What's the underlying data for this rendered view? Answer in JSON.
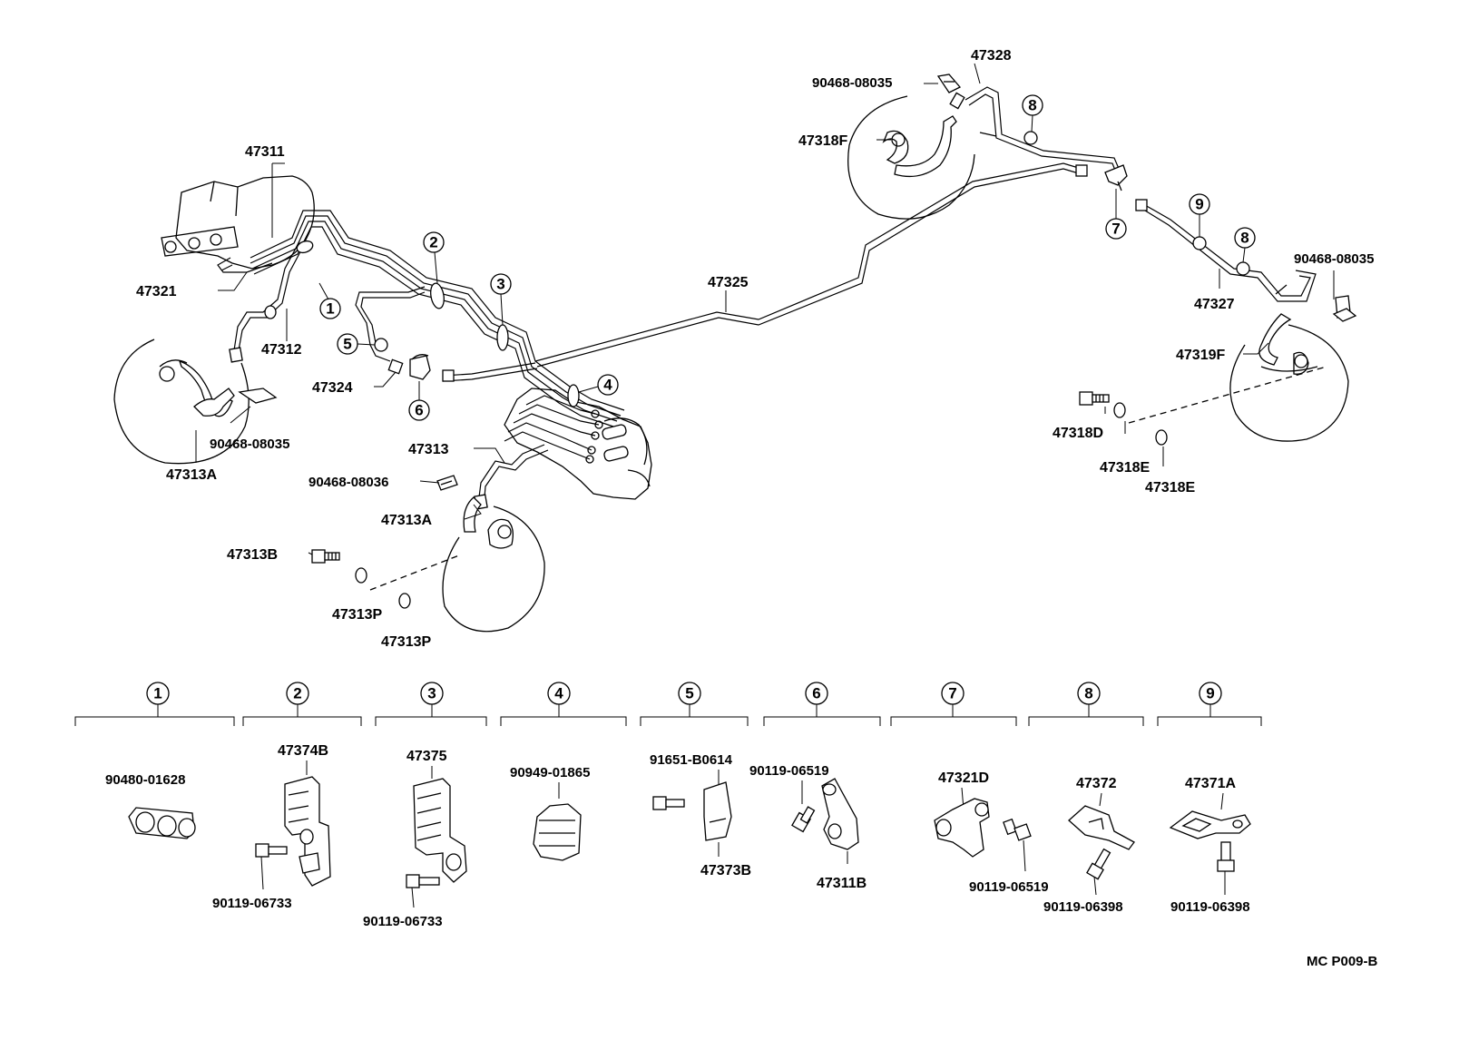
{
  "labels": {
    "p47311": "47311",
    "p47321": "47321",
    "p47312": "47312",
    "p47324": "47324",
    "p47313": "47313",
    "p47313A_left": "47313A",
    "p47313A_front": "47313A",
    "p90468_left": "90468-08035",
    "p90468_mid": "90468-08036",
    "p90468_topright": "90468-08035",
    "p90468_right": "90468-08035",
    "p47313B": "47313B",
    "p47313P_1": "47313P",
    "p47313P_2": "47313P",
    "p47325": "47325",
    "p47328": "47328",
    "p47318F": "47318F",
    "p47327": "47327",
    "p47319F": "47319F",
    "p47318D": "47318D",
    "p47318E_1": "47318E",
    "p47318E_2": "47318E"
  },
  "callouts": [
    "1",
    "2",
    "3",
    "4",
    "5",
    "6",
    "7",
    "8",
    "9"
  ],
  "groups": [
    {
      "number": "1",
      "parts": [
        "90480-01628"
      ]
    },
    {
      "number": "2",
      "parts": [
        "47374B",
        "90119-06733"
      ]
    },
    {
      "number": "3",
      "parts": [
        "47375",
        "90119-06733"
      ]
    },
    {
      "number": "4",
      "parts": [
        "90949-01865"
      ]
    },
    {
      "number": "5",
      "parts": [
        "91651-B0614",
        "47373B"
      ]
    },
    {
      "number": "6",
      "parts": [
        "90119-06519",
        "47311B"
      ]
    },
    {
      "number": "7",
      "parts": [
        "47321D",
        "90119-06519"
      ]
    },
    {
      "number": "8",
      "parts": [
        "47372",
        "90119-06398"
      ]
    },
    {
      "number": "9",
      "parts": [
        "47371A",
        "90119-06398"
      ]
    }
  ],
  "footer": {
    "code": "MC P009-B"
  }
}
